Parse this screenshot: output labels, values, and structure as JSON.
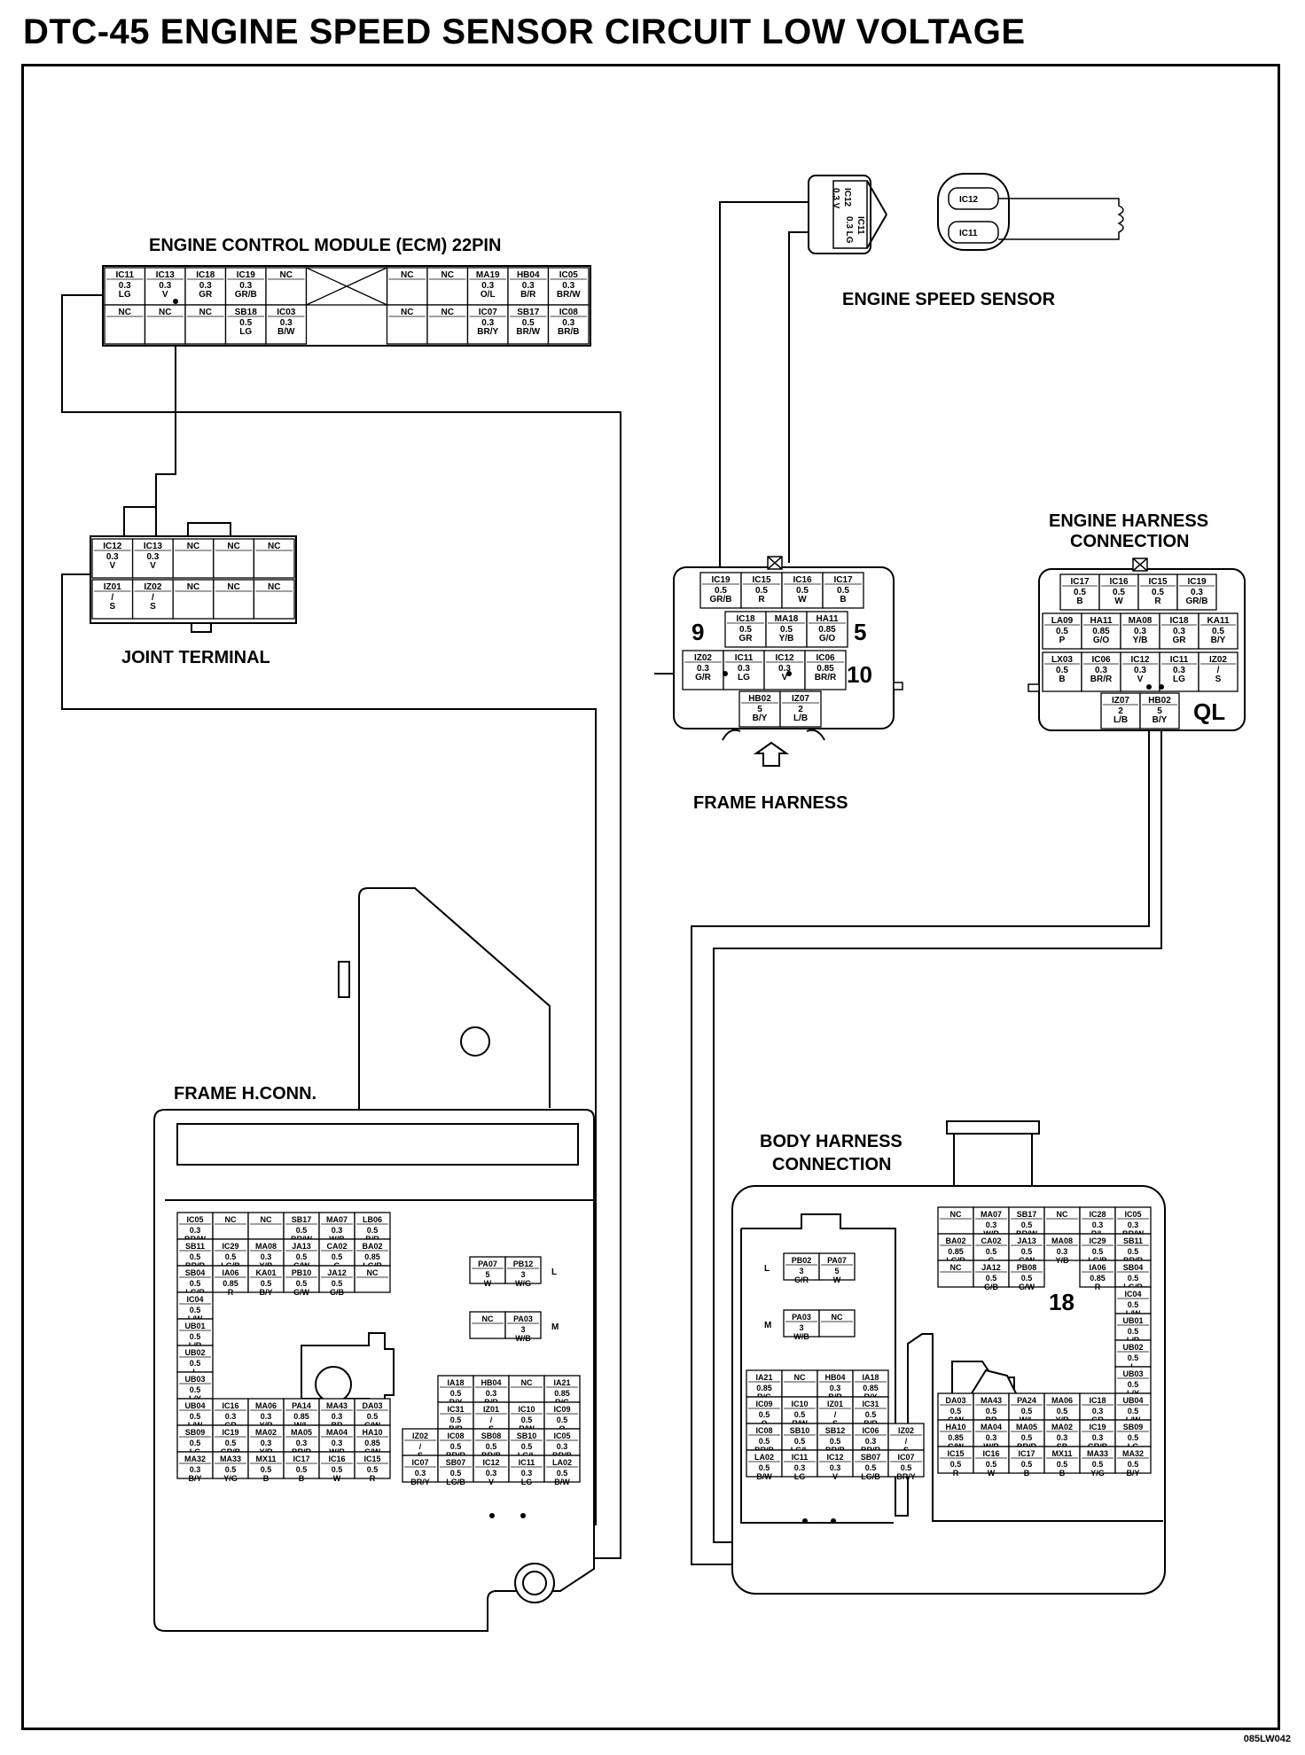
{
  "title": "DTC-45 ENGINE SPEED SENSOR CIRCUIT LOW VOLTAGE",
  "ref_code": "085LW042",
  "labels": {
    "ecm": "ENGINE CONTROL MODULE (ECM) 22PIN",
    "joint": "JOINT TERMINAL",
    "sensor": "ENGINE SPEED SENSOR",
    "frame_harness": "FRAME HARNESS",
    "engine_harness": [
      "ENGINE HARNESS",
      "CONNECTION"
    ],
    "frame_hconn": "FRAME H.CONN.",
    "body_harness": [
      "BODY HARNESS",
      "CONNECTION"
    ]
  },
  "ecm_pins": {
    "row1": [
      "IC11",
      "IC13",
      "IC18",
      "IC19",
      "NC",
      "",
      "",
      "NC",
      "NC",
      "MA19",
      "HB04",
      "IC05"
    ],
    "row1_spec": [
      "0.3 LG",
      "0.3 V",
      "0.3 GR",
      "0.3 GR/B",
      "",
      "",
      "",
      "",
      "",
      "0.3 O/L",
      "0.3 B/R",
      "0.3 BR/W"
    ],
    "row2": [
      "NC",
      "NC",
      "NC",
      "SB18",
      "IC03",
      "NC",
      "NC",
      "NC",
      "NC",
      "IC07",
      "SB17",
      "IC08"
    ],
    "row2_spec": [
      "",
      "",
      "",
      "0.5 LG",
      "0.3 B/W",
      "",
      "",
      "",
      "",
      "0.3 BR/Y",
      "0.5 BR/W",
      "0.3 BR/B"
    ]
  },
  "joint_pins": {
    "row1": [
      "IC12",
      "IC13",
      "NC",
      "NC",
      "NC"
    ],
    "row1_spec": [
      "0.3 V",
      "0.3 V",
      "",
      "",
      ""
    ],
    "row2": [
      "IZ01",
      "IZ02",
      "NC",
      "NC",
      "NC"
    ],
    "row2_spec": [
      "/ S",
      "/ S",
      "",
      "",
      ""
    ]
  },
  "sensor_connector": {
    "pins": [
      "IC12",
      "IC11"
    ],
    "specs": [
      "0.3 V",
      "0.3 LG"
    ]
  },
  "frame_harness_conn": {
    "row1": [
      "IC19",
      "IC15",
      "IC16",
      "IC17"
    ],
    "row1_spec": [
      "0.5 GR/B",
      "0.5 R",
      "0.5 W",
      "0.5 B"
    ],
    "row2": [
      "IC18",
      "MA18",
      "HA11"
    ],
    "row2_spec": [
      "0.5 GR",
      "0.5 Y/B",
      "0.85 G/O"
    ],
    "row3": [
      "IZ02",
      "IC11",
      "IC12",
      "IC06"
    ],
    "row3_spec": [
      "0.3 G/R",
      "0.3 LG",
      "0.3 V",
      "0.85 BR/R"
    ],
    "row4": [
      "HB02",
      "IZ07"
    ],
    "row4_spec": [
      "5 B/Y",
      "2 L/B"
    ],
    "nums": [
      "9",
      "5",
      "10"
    ]
  },
  "engine_harness_conn": {
    "row1": [
      "IC17",
      "IC16",
      "IC15",
      "IC19"
    ],
    "row1_spec": [
      "0.5 B",
      "0.5 W",
      "0.5 R",
      "0.3 GR/B"
    ],
    "row2": [
      "LA09",
      "HA11",
      "MA08",
      "IC18",
      "KA11"
    ],
    "row2_spec": [
      "0.5 P",
      "0.85 G/O",
      "0.3 Y/B",
      "0.3 GR",
      "0.5 B/Y"
    ],
    "row3": [
      "LX03",
      "IC06",
      "IC12",
      "IC11",
      "IZ02"
    ],
    "row3_spec": [
      "0.5 B",
      "0.3 BR/R",
      "0.3 V",
      "0.3 LG",
      "/ S"
    ],
    "row4": [
      "IZ07",
      "HB02"
    ],
    "row4_spec": [
      "2 L/B",
      "5 B/Y"
    ],
    "tag": "QL"
  },
  "frame_hconn_grid": {
    "top": [
      [
        "IC05",
        "NC",
        "NC",
        "SB17",
        "MA07",
        "LB06"
      ],
      [
        "SB11",
        "IC29",
        "MA08",
        "JA13",
        "CA02",
        "BA02"
      ],
      [
        "SB04",
        "IA06",
        "KA01",
        "PB10",
        "JA12",
        "NC"
      ]
    ],
    "top_spec": [
      [
        "0.3 BR/W",
        "",
        "",
        "0.5 BR/W",
        "0.3 W/B",
        "0.5 B/R"
      ],
      [
        "0.5 BR/R",
        "0.5 LG/B",
        "0.3 Y/B",
        "0.5 G/W",
        "0.5 G",
        "0.85 LG/R"
      ],
      [
        "0.5 LG/R",
        "0.85 R",
        "0.5 B/Y",
        "0.5 G/W",
        "0.5 G/B",
        ""
      ]
    ],
    "left_col": [
      "IC04",
      "UB01",
      "UB02",
      "UB03"
    ],
    "left_spec": [
      "0.5 L/W",
      "0.5 L/R",
      "0.5 L",
      "0.5 L/Y"
    ],
    "bottom": [
      [
        "UB04",
        "IC16",
        "MA06",
        "PA14",
        "MA43",
        "DA03"
      ],
      [
        "SB09",
        "IC19",
        "MA02",
        "MA05",
        "MA04",
        "HA10"
      ],
      [
        "MA32",
        "MA33",
        "MX11",
        "IC17",
        "IC16",
        "IC15"
      ]
    ],
    "bottom_spec": [
      [
        "0.5 L/W",
        "0.3 GR",
        "0.3 Y/R",
        "0.85 W/L",
        "0.3 BR",
        "0.5 G/W"
      ],
      [
        "0.5 LG",
        "0.5 GR/B",
        "0.3 Y/R",
        "0.3 BR/R",
        "0.3 W/R",
        "0.85 G/W"
      ],
      [
        "0.3 B/Y",
        "0.5 Y/G",
        "0.5 B",
        "0.5 B",
        "0.5 W",
        "0.5 R"
      ]
    ],
    "right_block": [
      [
        "IA18",
        "HB04",
        "NC",
        "IA21"
      ],
      [
        "IC31",
        "IZ01",
        "IC10",
        "IC09"
      ],
      [
        "IZ02",
        "IC08",
        "SB08",
        "SB10",
        "IC05"
      ],
      [
        "IC07",
        "SB07",
        "IC12",
        "IC11",
        "LA02"
      ]
    ],
    "right_spec": [
      [
        "0.5 R/Y",
        "0.3 B/R",
        "",
        "0.85 R/G"
      ],
      [
        "0.5 B/R",
        "/ S",
        "0.5 R/W",
        "0.5 O"
      ],
      [
        "/ S",
        "0.5 BR/R",
        "0.5 BR/B",
        "0.5 LG/L",
        "0.3 BR/B"
      ],
      [
        "0.3 BR/Y",
        "0.5 LG/B",
        "0.3 V",
        "0.3 LG",
        "0.5 B/W"
      ]
    ],
    "l_cells": [
      "PA07",
      "PB12"
    ],
    "l_spec": [
      "5 W",
      "3 W/G"
    ],
    "m_cells": [
      "NC",
      "PA03"
    ],
    "m_spec": [
      "",
      "3 W/B"
    ],
    "l_mark": "L",
    "m_mark": "M"
  },
  "body_hconn_grid": {
    "top": [
      [
        "NC",
        "MA07",
        "SB17",
        "NC",
        "IC28",
        "IC05"
      ],
      [
        "BA02",
        "CA02",
        "JA13",
        "MA08",
        "IC29",
        "SB11"
      ],
      [
        "NC",
        "JA12",
        "PB08",
        "",
        "IA06",
        "SB04"
      ]
    ],
    "top_spec": [
      [
        "",
        "0.3 W/R",
        "0.5 BR/W",
        "",
        "0.3 R/L",
        "0.3 BR/W"
      ],
      [
        "0.85 LG/R",
        "0.5 G",
        "0.5 G/W",
        "0.3 Y/B",
        "0.5 LG/B",
        "0.5 BR/R"
      ],
      [
        "",
        "0.5 G/B",
        "0.5 G/W",
        "",
        "0.85 R",
        "0.5 LG/R"
      ]
    ],
    "num": "18",
    "right_col": [
      "IC04",
      "UB01",
      "UB02",
      "UB03"
    ],
    "right_spec": [
      "0.5 L/W",
      "0.5 L/R",
      "0.5 L",
      "0.5 L/Y"
    ],
    "bottom": [
      [
        "DA03",
        "MA43",
        "PA24",
        "MA06",
        "IC18",
        "UB04"
      ],
      [
        "HA10",
        "MA04",
        "MA05",
        "MA02",
        "IC19",
        "SB09"
      ],
      [
        "IC15",
        "IC16",
        "IC17",
        "MX11",
        "MA33",
        "MA32"
      ]
    ],
    "bottom_spec": [
      [
        "0.5 G/W",
        "0.5 BR",
        "0.5 W/L",
        "0.5 Y/R",
        "0.3 GR",
        "0.5 L/W"
      ],
      [
        "0.85 G/W",
        "0.3 W/R",
        "0.5 BR/R",
        "0.3 SB",
        "0.3 GR/B",
        "0.5 LG"
      ],
      [
        "0.5 R",
        "0.5 W",
        "0.5 B",
        "0.5 B",
        "0.5 Y/G",
        "0.5 B/Y"
      ]
    ],
    "left_block": [
      [
        "IA21",
        "NC",
        "HB04",
        "IA18"
      ],
      [
        "IC09",
        "IC10",
        "IZ01",
        "IC31"
      ],
      [
        "IC08",
        "SB10",
        "SB12",
        "IC06",
        "IZ02"
      ],
      [
        "LA02",
        "IC11",
        "IC12",
        "SB07",
        "IC07"
      ]
    ],
    "left_spec": [
      [
        "0.85 R/G",
        "",
        "0.3 B/R",
        "0.85 R/Y"
      ],
      [
        "0.5 O",
        "0.5 R/W",
        "/ S",
        "0.5 B/R"
      ],
      [
        "0.5 BR/B",
        "0.5 LG/L",
        "0.5 BR/B",
        "0.3 BR/R",
        "/ S"
      ],
      [
        "0.5 B/W",
        "0.3 LG",
        "0.3 V",
        "0.5 LG/B",
        "0.5 BR/Y"
      ]
    ],
    "l_cells": [
      "PB02",
      "PA07"
    ],
    "l_spec": [
      "3 G/R",
      "5 W"
    ],
    "m_cells": [
      "PA03",
      "NC"
    ],
    "m_spec": [
      "3 W/B",
      ""
    ],
    "l_mark": "L",
    "m_mark": "M"
  }
}
